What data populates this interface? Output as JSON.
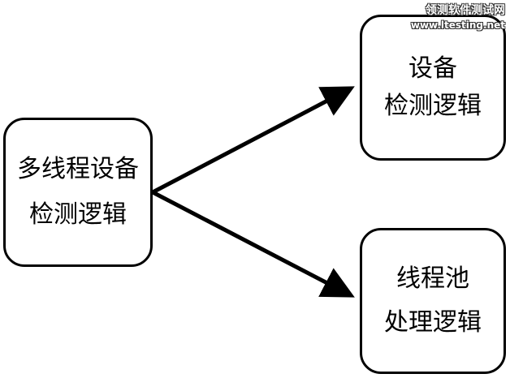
{
  "watermark": {
    "line1": "领测软件测试网",
    "line2": "www.ltesting.net"
  },
  "nodes": {
    "source": {
      "line1": "多线程设备",
      "line2": "检测逻辑"
    },
    "target_top": {
      "line1": "设备",
      "line2": "检测逻辑"
    },
    "target_bottom": {
      "line1": "线程池",
      "line2": "处理逻辑"
    }
  },
  "edges": [
    {
      "from": "source",
      "to": "target_top"
    },
    {
      "from": "source",
      "to": "target_bottom"
    }
  ],
  "colors": {
    "stroke": "#000000",
    "background": "#ffffff"
  }
}
